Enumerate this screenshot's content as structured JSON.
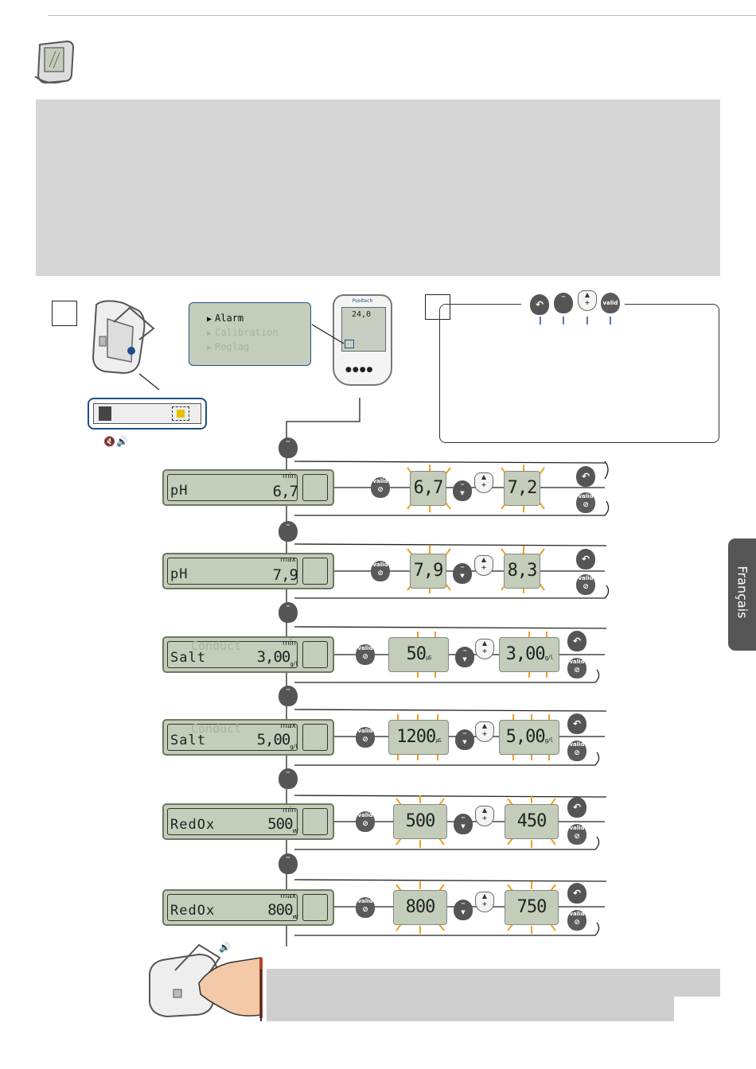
{
  "language_tab": "Français",
  "menu": {
    "items": [
      {
        "label": "Alarm",
        "state": "active"
      },
      {
        "label": "Calibration",
        "state": "dim"
      },
      {
        "label": "Reglag",
        "state": "dim"
      }
    ]
  },
  "buttons": {
    "valid": "valid"
  },
  "rows": [
    {
      "param": "pH",
      "limit": "min",
      "value": "6,7",
      "unit": "",
      "ghost": "",
      "disp1": "6,7",
      "disp1_unit": "",
      "disp2": "7,2",
      "disp2_unit": ""
    },
    {
      "param": "pH",
      "limit": "max",
      "value": "7,9",
      "unit": "",
      "ghost": "",
      "disp1": "7,9",
      "disp1_unit": "",
      "disp2": "8,3",
      "disp2_unit": ""
    },
    {
      "param": "Salt",
      "limit": "min",
      "value": "3,00",
      "unit": "g/l",
      "ghost": "Conduct",
      "disp1": "50",
      "disp1_unit": "µS",
      "disp2": "3,00",
      "disp2_unit": "g/l"
    },
    {
      "param": "Salt",
      "limit": "max",
      "value": "5,00",
      "unit": "g/l",
      "ghost": "Conduct",
      "disp1": "1200",
      "disp1_unit": "µS",
      "disp2": "5,00",
      "disp2_unit": "g/l"
    },
    {
      "param": "RedOx",
      "limit": "min",
      "value": "500",
      "unit": "mV",
      "ghost": "",
      "disp1": "500",
      "disp1_unit": "",
      "disp2": "450",
      "disp2_unit": ""
    },
    {
      "param": "RedOx",
      "limit": "max",
      "value": "800",
      "unit": "mV",
      "ghost": "",
      "disp1": "800",
      "disp1_unit": "",
      "disp2": "750",
      "disp2_unit": ""
    }
  ],
  "remote": {
    "brand": "Pooltech",
    "display_value": "24,0"
  }
}
